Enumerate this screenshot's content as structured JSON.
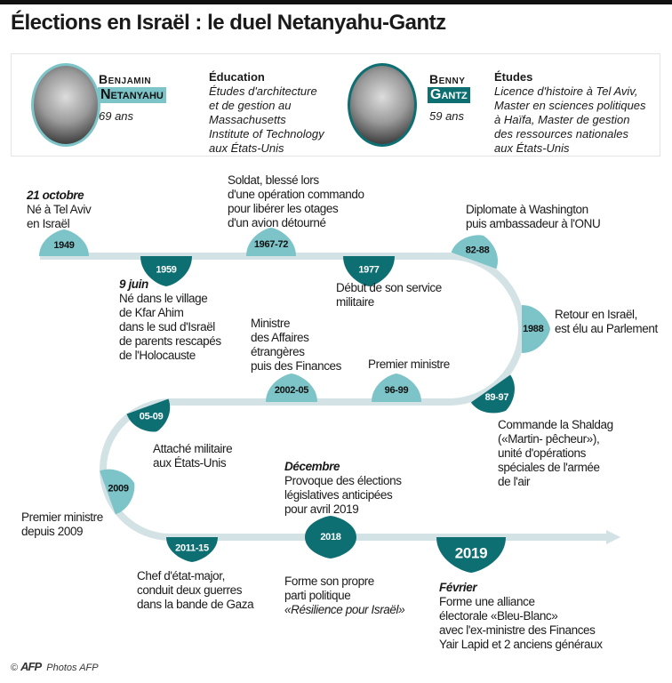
{
  "title": "Élections en Israël : le duel Netanyahu-Gantz",
  "netanyahu": {
    "first": "Benjamin",
    "last": "Netanyahu",
    "age": "69 ans",
    "edu_heading": "Éducation",
    "edu_lines": [
      "Études d'architecture",
      "et de gestion au",
      "Massachusetts",
      "Institute of Technology",
      "aux États-Unis"
    ]
  },
  "gantz": {
    "first": "Benny",
    "last": "Gantz",
    "age": "59 ans",
    "edu_heading": "Études",
    "edu_lines": [
      "Licence d'histoire à Tel Aviv,",
      "Master en sciences politiques",
      "à Haïfa, Master de gestion",
      "des ressources nationales",
      "aux États-Unis"
    ]
  },
  "colors": {
    "netanyahu": "#7cc4c8",
    "gantz": "#0e6f73",
    "track": "#d3e2e5"
  },
  "events": [
    {
      "year": "1949",
      "who": "netanyahu",
      "date": "21 octobre",
      "lines": [
        "Né à Tel Aviv",
        "en Israël"
      ]
    },
    {
      "year": "1959",
      "who": "gantz",
      "date": "9 juin",
      "lines": [
        "Né dans le village",
        "de Kfar Ahim",
        "dans le sud d'Israël",
        "de parents rescapés",
        "de l'Holocauste"
      ]
    },
    {
      "year": "1967-72",
      "who": "netanyahu",
      "lines": [
        "Soldat, blessé lors",
        "d'une opération commando",
        "pour libérer les otages",
        "d'un avion détourné"
      ]
    },
    {
      "year": "1977",
      "who": "gantz",
      "lines": [
        "Début de son service",
        "militaire"
      ]
    },
    {
      "year": "82-88",
      "who": "netanyahu",
      "lines": [
        "Diplomate à Washington",
        "puis ambassadeur à l'ONU"
      ]
    },
    {
      "year": "1988",
      "who": "netanyahu",
      "lines": [
        "Retour en Israël,",
        "est élu au Parlement"
      ]
    },
    {
      "year": "89-97",
      "who": "gantz",
      "lines": [
        "Commande la Shaldag",
        "(«Martin- pêcheur»),",
        "unité d'opérations",
        "spéciales de l'armée",
        "de l'air"
      ]
    },
    {
      "year": "96-99",
      "who": "netanyahu",
      "lines": [
        "Premier ministre"
      ]
    },
    {
      "year": "2002-05",
      "who": "netanyahu",
      "lines": [
        "Ministre",
        "des Affaires",
        "étrangères",
        "puis des Finances"
      ]
    },
    {
      "year": "05-09",
      "who": "gantz",
      "lines": [
        "Attaché militaire",
        "aux États-Unis"
      ]
    },
    {
      "year": "2009",
      "who": "netanyahu",
      "lines": [
        "Premier ministre",
        "depuis 2009"
      ]
    },
    {
      "year": "2011-15",
      "who": "gantz",
      "lines": [
        "Chef d'état-major,",
        "conduit deux guerres",
        "dans la bande de Gaza"
      ]
    },
    {
      "year": "2018",
      "who": "netanyahu",
      "date": "Décembre",
      "lines": [
        "Provoque des élections",
        "législatives anticipées",
        "pour avril 2019"
      ],
      "date2": "",
      "lines2": [
        "Forme son propre",
        "parti politique",
        "«Résilience pour Israël»"
      ]
    },
    {
      "year": "2019",
      "who": "gantz",
      "date": "Février",
      "lines": [
        "Forme une alliance",
        "électorale «Bleu-Blanc»",
        "avec l'ex-ministre des Finances",
        "Yair Lapid et 2 anciens généraux"
      ]
    }
  ],
  "footer": {
    "copyright": "©",
    "agency": "AFP",
    "photos": "Photos AFP"
  }
}
